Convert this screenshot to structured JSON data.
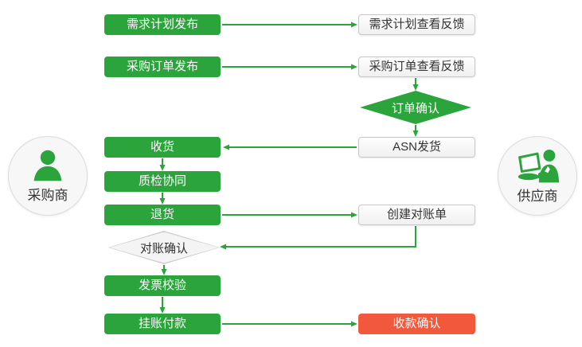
{
  "colors": {
    "green": "#2BA43C",
    "red": "#F2583B",
    "light_node_fill": "#F4F4F4",
    "light_node_border": "#C8C8C8",
    "text_dark": "#333333",
    "text_light": "#FFFFFF"
  },
  "actors": {
    "buyer": {
      "label": "采购商",
      "icon": "person-icon"
    },
    "supplier": {
      "label": "供应商",
      "icon": "person-laptop-icon"
    }
  },
  "nodes": {
    "demand_plan_publish": {
      "label": "需求计划发布",
      "type": "process-green"
    },
    "demand_plan_feedback": {
      "label": "需求计划查看反馈",
      "type": "process-light"
    },
    "po_publish": {
      "label": "采购订单发布",
      "type": "process-green"
    },
    "po_feedback": {
      "label": "采购订单查看反馈",
      "type": "process-light"
    },
    "order_confirm": {
      "label": "订单确认",
      "type": "decision-green"
    },
    "receiving": {
      "label": "收货",
      "type": "process-green"
    },
    "asn_shipping": {
      "label": "ASN发货",
      "type": "process-light"
    },
    "quality_inspection": {
      "label": "质检协同",
      "type": "process-green"
    },
    "returns": {
      "label": "退货",
      "type": "process-green"
    },
    "create_statement": {
      "label": "创建对账单",
      "type": "process-light"
    },
    "statement_confirm": {
      "label": "对账确认",
      "type": "decision-light"
    },
    "invoice_verification": {
      "label": "发票校验",
      "type": "process-green"
    },
    "payment_on_account": {
      "label": "挂账付款",
      "type": "process-green"
    },
    "receipt_confirm": {
      "label": "收款确认",
      "type": "process-red"
    }
  },
  "edges": [
    {
      "from": "demand_plan_publish",
      "to": "demand_plan_feedback"
    },
    {
      "from": "po_publish",
      "to": "po_feedback"
    },
    {
      "from": "po_feedback",
      "to": "order_confirm"
    },
    {
      "from": "order_confirm",
      "to": "asn_shipping"
    },
    {
      "from": "asn_shipping",
      "to": "receiving"
    },
    {
      "from": "receiving",
      "to": "quality_inspection"
    },
    {
      "from": "quality_inspection",
      "to": "returns"
    },
    {
      "from": "returns",
      "to": "create_statement"
    },
    {
      "from": "create_statement",
      "to": "statement_confirm"
    },
    {
      "from": "statement_confirm",
      "to": "invoice_verification"
    },
    {
      "from": "invoice_verification",
      "to": "payment_on_account"
    },
    {
      "from": "payment_on_account",
      "to": "receipt_confirm"
    }
  ]
}
